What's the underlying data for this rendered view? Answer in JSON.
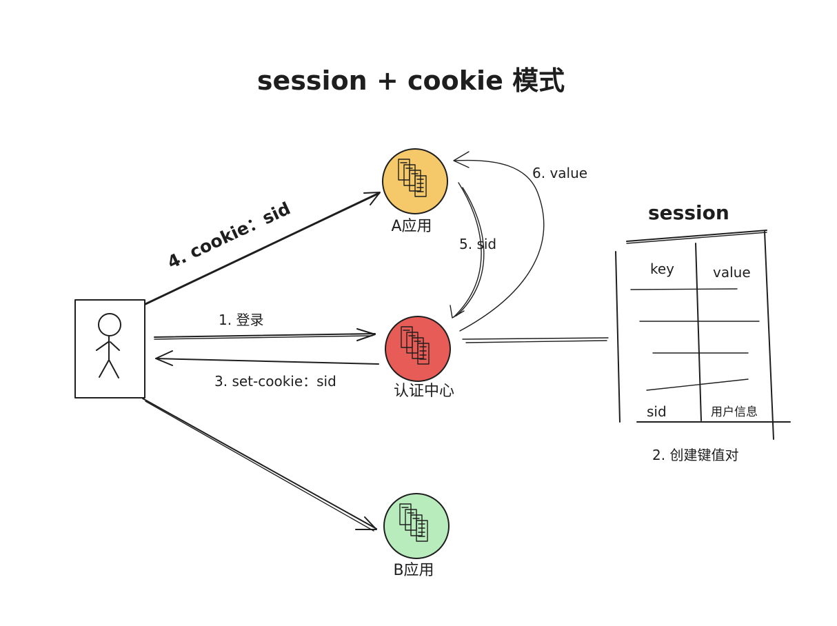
{
  "title": "session + cookie 模式",
  "nodes": {
    "app_a": {
      "label": "A应用",
      "color": "#f5c96a"
    },
    "auth_center": {
      "label": "认证中心",
      "color": "#e85c57"
    },
    "app_b": {
      "label": "B应用",
      "color": "#b8ecbd"
    }
  },
  "arrows": {
    "step1": "1. 登录",
    "step2": "2. 创建键值对",
    "step3": "3. set-cookie：sid",
    "step4": "4. cookie：sid",
    "step5": "5. sid",
    "step6": "6. value"
  },
  "session_table": {
    "title": "session",
    "headers": [
      "key",
      "value"
    ],
    "last_row": [
      "sid",
      "用户信息"
    ]
  }
}
